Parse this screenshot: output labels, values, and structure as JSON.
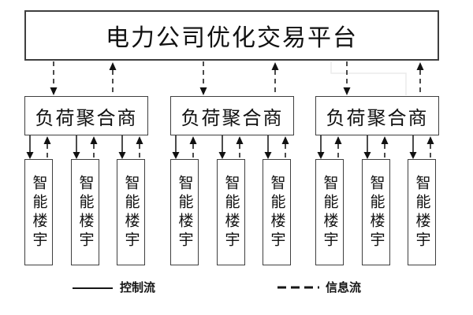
{
  "diagram": {
    "title": "电力公司优化交易平台",
    "aggregators": [
      {
        "label": "负荷聚合商"
      },
      {
        "label": "负荷聚合商"
      },
      {
        "label": "负荷聚合商"
      }
    ],
    "buildings": [
      {
        "label": "智能楼宇"
      },
      {
        "label": "智能楼宇"
      },
      {
        "label": "智能楼宇"
      },
      {
        "label": "智能楼宇"
      },
      {
        "label": "智能楼宇"
      },
      {
        "label": "智能楼宇"
      },
      {
        "label": "智能楼宇"
      },
      {
        "label": "智能楼宇"
      },
      {
        "label": "智能楼宇"
      }
    ],
    "legend": {
      "control_label": "控制流",
      "info_label": "信息流"
    },
    "colors": {
      "arrow": "#111111",
      "box_border": "#3f3f3f",
      "box_fill": "#ffffff",
      "background": "#ffffff",
      "artifact_gray": "#ebebeb"
    }
  }
}
